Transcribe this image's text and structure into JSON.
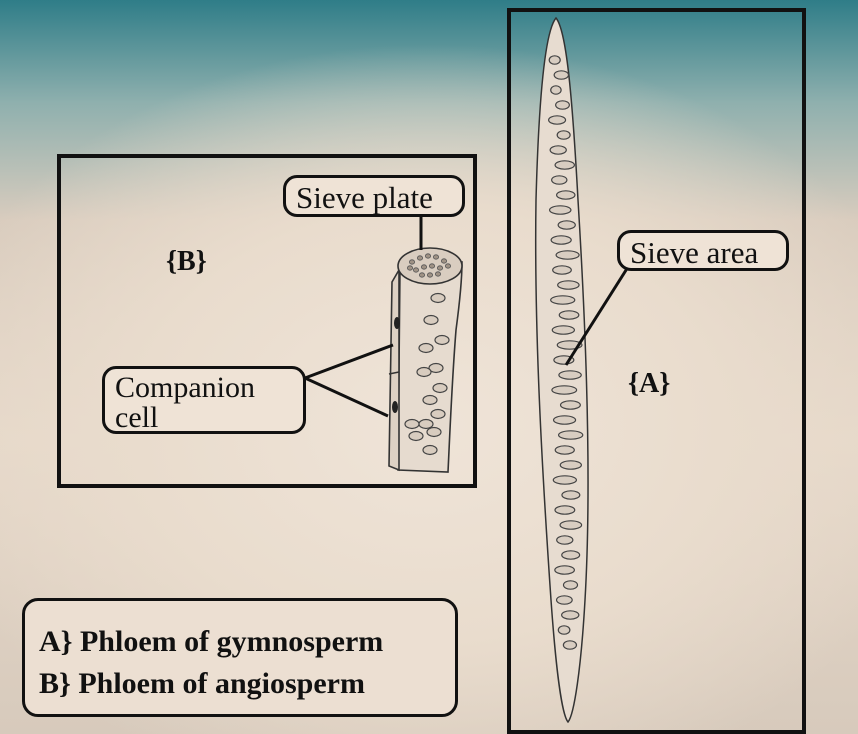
{
  "labels": {
    "sieve_plate": "Sieve plate",
    "sieve_area": "Sieve area",
    "companion_cell_line1": "Companion",
    "companion_cell_line2": "cell"
  },
  "panel_tags": {
    "a": "{A}",
    "b": "{B}"
  },
  "legend": [
    "A} Phloem of gymnosperm",
    "B} Phloem of angiosperm"
  ],
  "colors": {
    "outline": "#111111",
    "cell_fill": "#e6dbcf",
    "pore_fill": "#cfc3b6"
  }
}
